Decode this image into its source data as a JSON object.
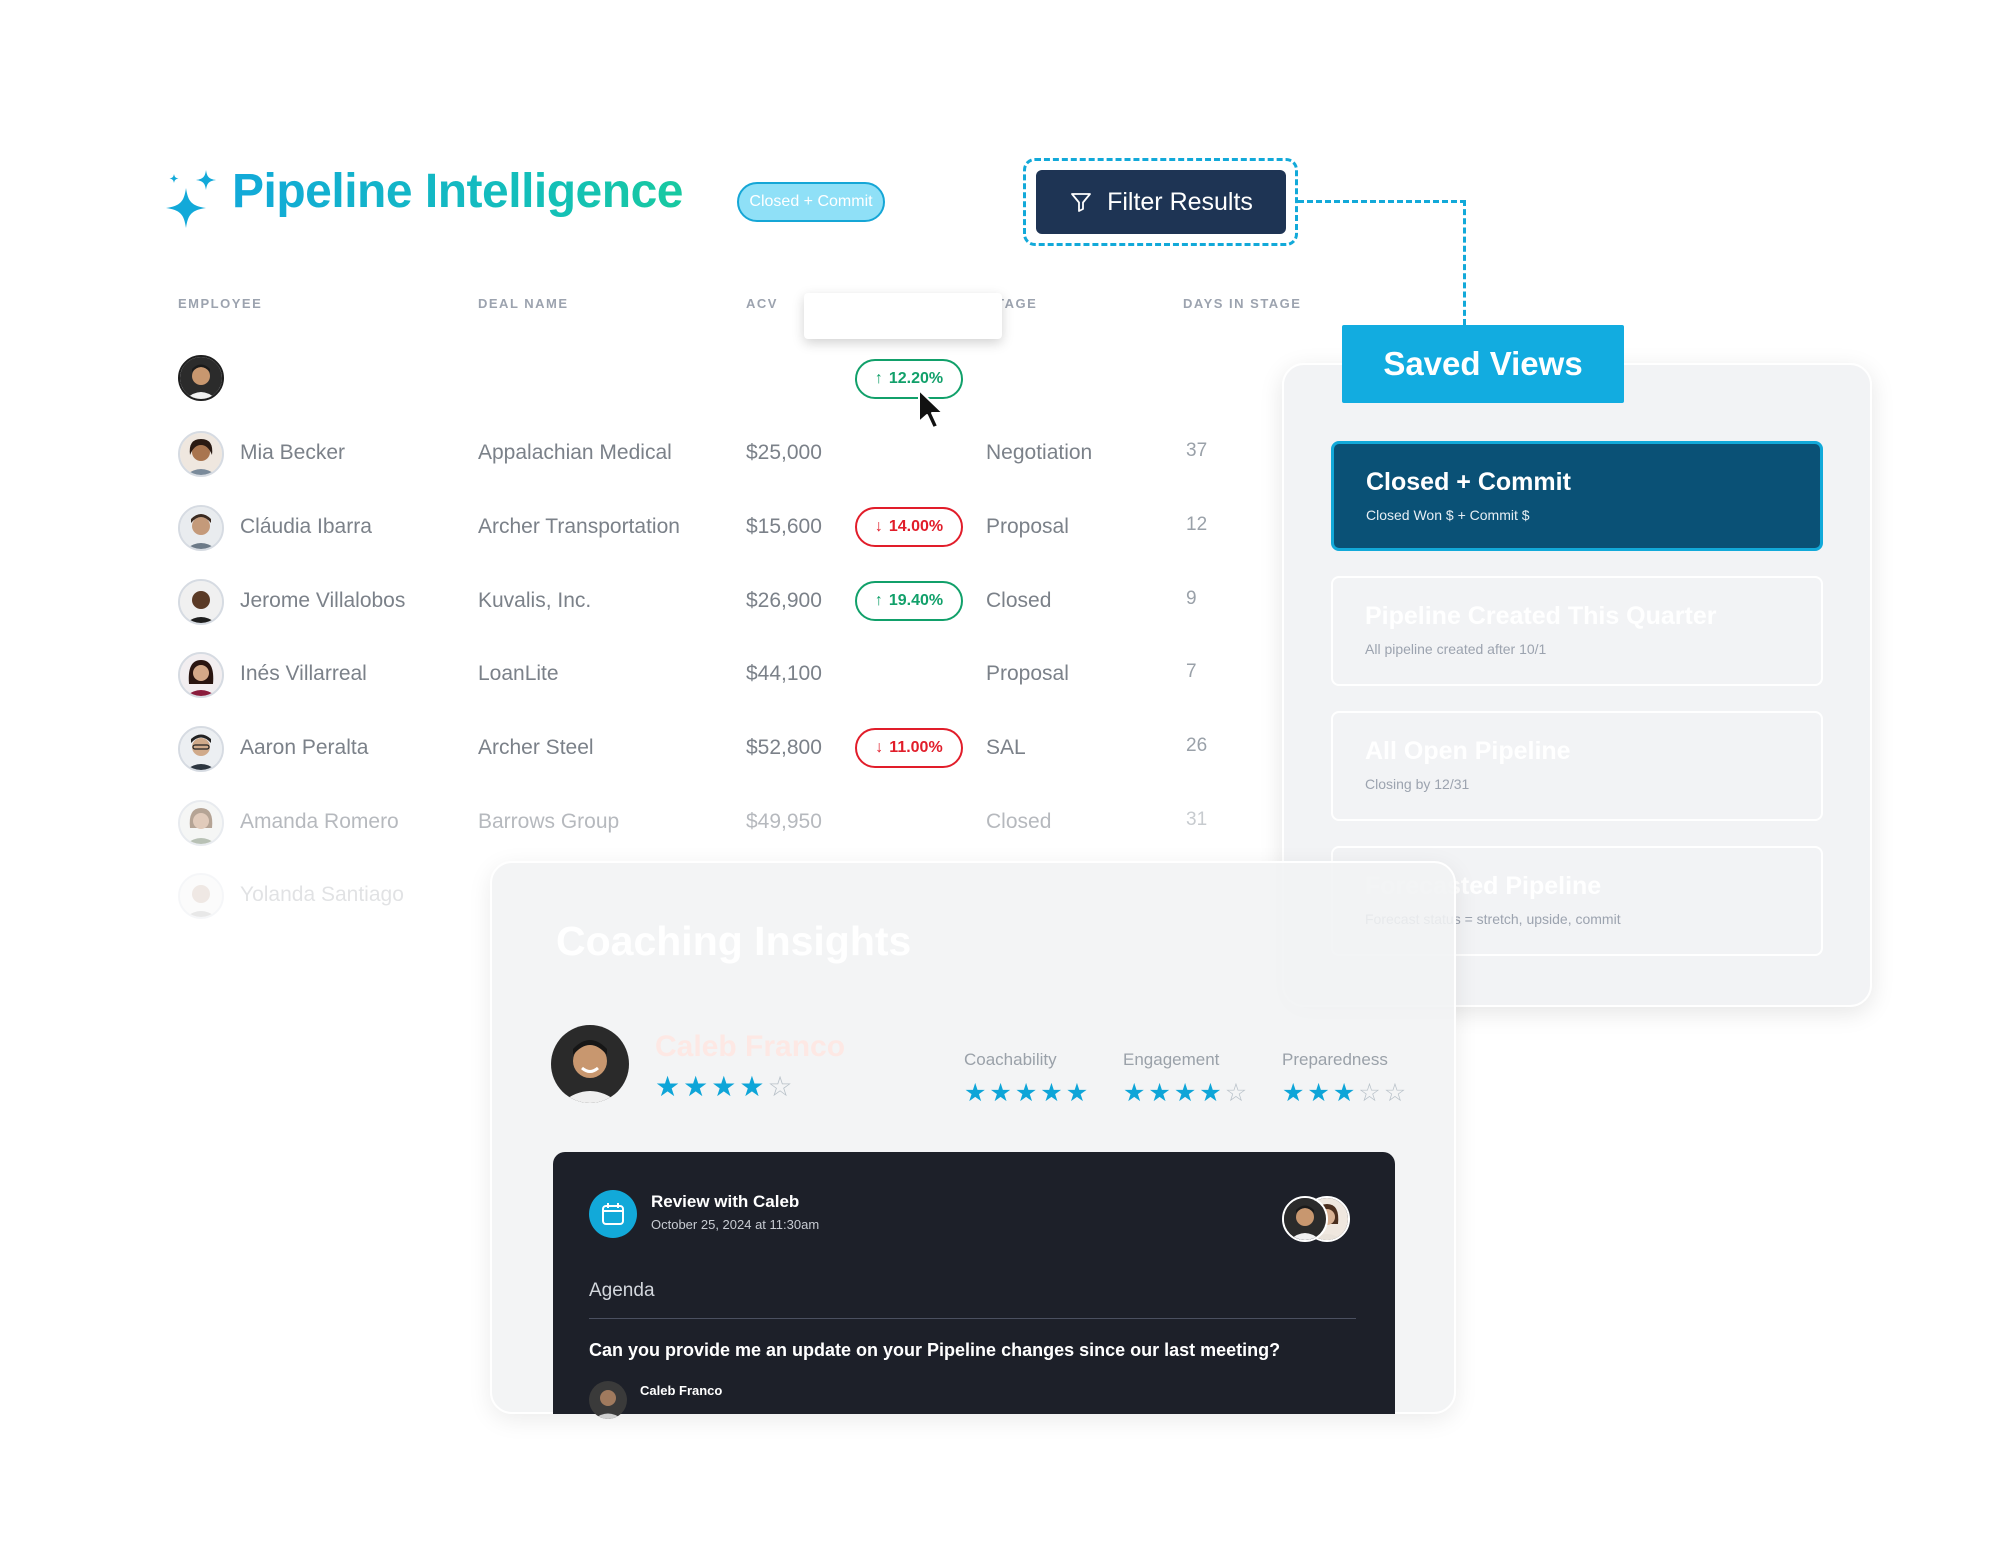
{
  "header": {
    "title": "Pipeline Intelligence",
    "active_view_pill": "Closed + Commit",
    "filter_button_label": "Filter Results"
  },
  "table": {
    "columns": [
      "EMPLOYEE",
      "DEAL NAME",
      "ACV",
      "STAGE",
      "DAYS IN STAGE"
    ],
    "hover_row_change": "12.20%",
    "rows": [
      {
        "employee": "Mia Becker",
        "deal": "Appalachian Medical",
        "acv": "$25,000",
        "change": "",
        "direction": "",
        "stage": "Negotiation",
        "days": "37"
      },
      {
        "employee": "Cláudia Ibarra",
        "deal": "Archer Transportation",
        "acv": "$15,600",
        "change": "14.00%",
        "direction": "down",
        "stage": "Proposal",
        "days": "12"
      },
      {
        "employee": "Jerome Villalobos",
        "deal": "Kuvalis, Inc.",
        "acv": "$26,900",
        "change": "19.40%",
        "direction": "up",
        "stage": "Closed",
        "days": "9"
      },
      {
        "employee": "Inés Villarreal",
        "deal": "LoanLite",
        "acv": "$44,100",
        "change": "",
        "direction": "",
        "stage": "Proposal",
        "days": "7"
      },
      {
        "employee": "Aaron Peralta",
        "deal": "Archer Steel",
        "acv": "$52,800",
        "change": "11.00%",
        "direction": "down",
        "stage": "SAL",
        "days": "26"
      },
      {
        "employee": "Amanda Romero",
        "deal": "Barrows Group",
        "acv": "$49,950",
        "change": "",
        "direction": "",
        "stage": "Closed",
        "days": "31"
      },
      {
        "employee": "Yolanda Santiago",
        "deal": "",
        "acv": "",
        "change": "",
        "direction": "",
        "stage": "",
        "days": ""
      }
    ]
  },
  "saved_views": {
    "title": "Saved Views",
    "items": [
      {
        "title": "Closed + Commit",
        "subtitle": "Closed Won $ + Commit $",
        "active": true
      },
      {
        "title": "Pipeline Created This Quarter",
        "subtitle": "All pipeline created after 10/1",
        "active": false
      },
      {
        "title": "All Open Pipeline",
        "subtitle": "Closing by 12/31",
        "active": false
      },
      {
        "title": "Forecasted Pipeline",
        "subtitle": "Forecast status  = stretch, upside, commit",
        "active": false
      }
    ]
  },
  "coaching": {
    "title": "Coaching Insights",
    "rep_name": "Caleb Franco",
    "rep_rating": 4,
    "metrics": [
      {
        "label": "Coachability",
        "rating": 5
      },
      {
        "label": "Engagement",
        "rating": 4
      },
      {
        "label": "Preparedness",
        "rating": 3
      }
    ],
    "review": {
      "title": "Review with Caleb",
      "date": "October 25, 2024 at 11:30am",
      "agenda_label": "Agenda",
      "question": "Can you provide me an update on your Pipeline changes since our last meeting?",
      "reply_author": "Caleb Franco"
    }
  },
  "colors": {
    "accent": "#12a9d9",
    "navy": "#1e3454",
    "active_view": "#0a5176",
    "up": "#11a06a",
    "down": "#e11d2a",
    "star": "#0ea5d8",
    "review_bg": "#1d2029"
  }
}
